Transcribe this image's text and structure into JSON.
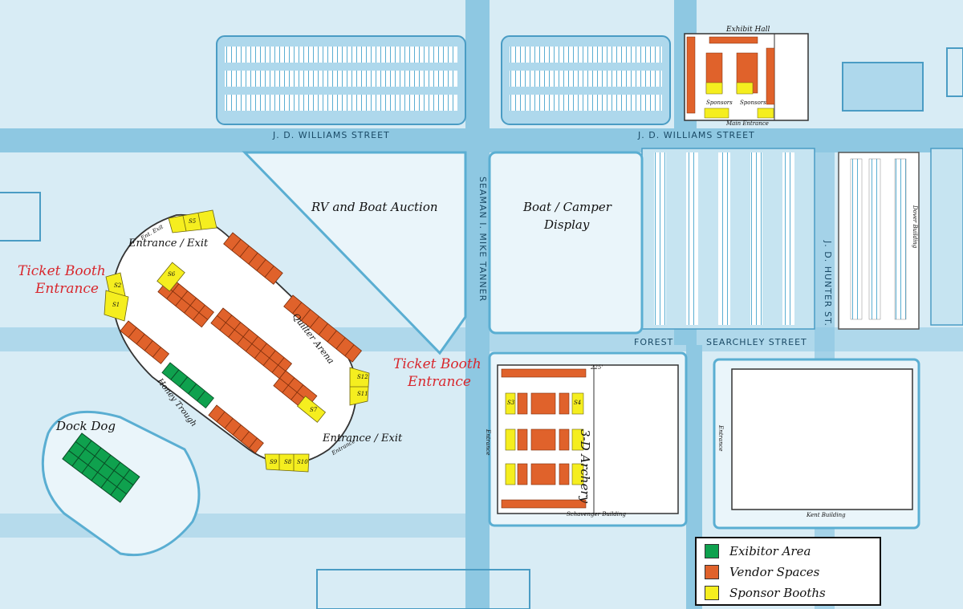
{
  "colors": {
    "exhibitor": "#0fa14e",
    "vendor": "#e0622b",
    "sponsor": "#f5ee1f",
    "road": "#5aaed2",
    "background": "#d8ecf5"
  },
  "places": {
    "rv_boat_auction": "RV and Boat Auction",
    "boat_camper_display_line1": "Boat / Camper",
    "boat_camper_display_line2": "Display",
    "dock_dog": "Dock Dog",
    "archery": "3-D Archery",
    "schavenger_building": "Schavenger Building",
    "kent_building": "Kent Building",
    "exhibit_hall": "Exhibit Hall",
    "main_entrance": "Main Entrance",
    "sponsors_left": "Sponsors",
    "sponsors_right": "Sponsors",
    "quilter_arena": "Quilter Arena",
    "honey_trough": "Honey Trough",
    "dover_building": "Dover Building",
    "archery_width": "225'",
    "entrance_small_left": "Entrance",
    "entrance_small_kent": "Entrance",
    "entrance_small_arena": "Entrance",
    "exit_small": "Ent. Exit"
  },
  "streets": {
    "williams_left": "J. D. WILLIAMS STREET",
    "williams_right": "J. D. WILLIAMS STREET",
    "mike_tanner": "SEAMAN I. MIKE TANNER",
    "hunter": "J. D. HUNTER ST.",
    "sterling": "SEARCHLEY STREET",
    "forest": "FOREST"
  },
  "entrances": {
    "ticket_booth_left_l1": "Ticket Booth",
    "ticket_booth_left_l2": "Entrance",
    "ticket_booth_right_l1": "Ticket Booth",
    "ticket_booth_right_l2": "Entrance",
    "entrance_exit_top": "Entrance / Exit",
    "entrance_exit_bottom": "Entrance / Exit"
  },
  "sponsor_booths": [
    "S1",
    "S2",
    "S3",
    "S4",
    "S5",
    "S6",
    "S7",
    "S8",
    "S9",
    "S10",
    "S11",
    "S12"
  ],
  "legend": {
    "exhibitor": "Exibitor Area",
    "vendor": "Vendor Spaces",
    "sponsor": "Sponsor Booths"
  }
}
